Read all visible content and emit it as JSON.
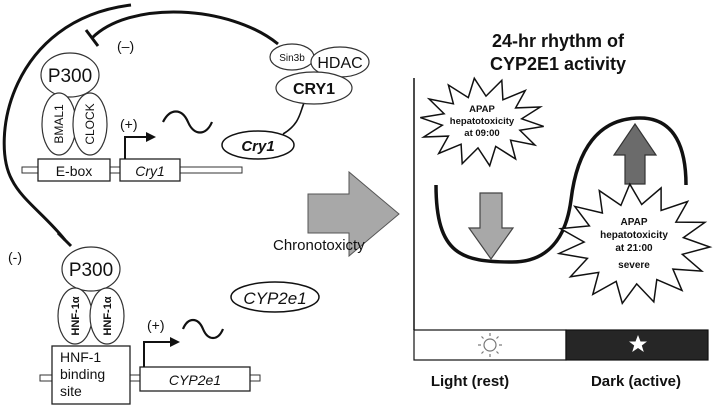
{
  "top": {
    "inhibit_sign": "(–)",
    "p300": "P300",
    "bmal1": "BMAL1",
    "clock": "CLOCK",
    "ebox": "E-box",
    "plus": "(+)",
    "gene": "Cry1",
    "mrna": "Cry1"
  },
  "complex": {
    "sin3b": "Sin3b",
    "hdac": "HDAC",
    "cry1": "CRY1"
  },
  "bottom": {
    "inhibit_sign": "(-)",
    "p300": "P300",
    "hnf_left": "HNF-1α",
    "hnf_right": "HNF-1α",
    "site_line1": "HNF-1",
    "site_line2": "binding",
    "site_line3": "site",
    "plus": "(+)",
    "gene": "CYP2e1",
    "mrna": "CYP2e1"
  },
  "arrow_label": "Chronotoxicty",
  "rhythm": {
    "title_line1": "24-hr  rhythm of",
    "title_line2": "CYP2E1 activity",
    "burst1": [
      "APAP",
      "hepatotoxicity",
      "at 09:00"
    ],
    "burst2": [
      "APAP",
      "hepatotoxicity",
      "at 21:00",
      "severe"
    ],
    "light_label": "Light (rest)",
    "dark_label": "Dark (active)"
  },
  "colors": {
    "grey_arrow": "#a8a8a8",
    "dark_arrow": "#6b6b6b",
    "dark_band": "#262626"
  }
}
